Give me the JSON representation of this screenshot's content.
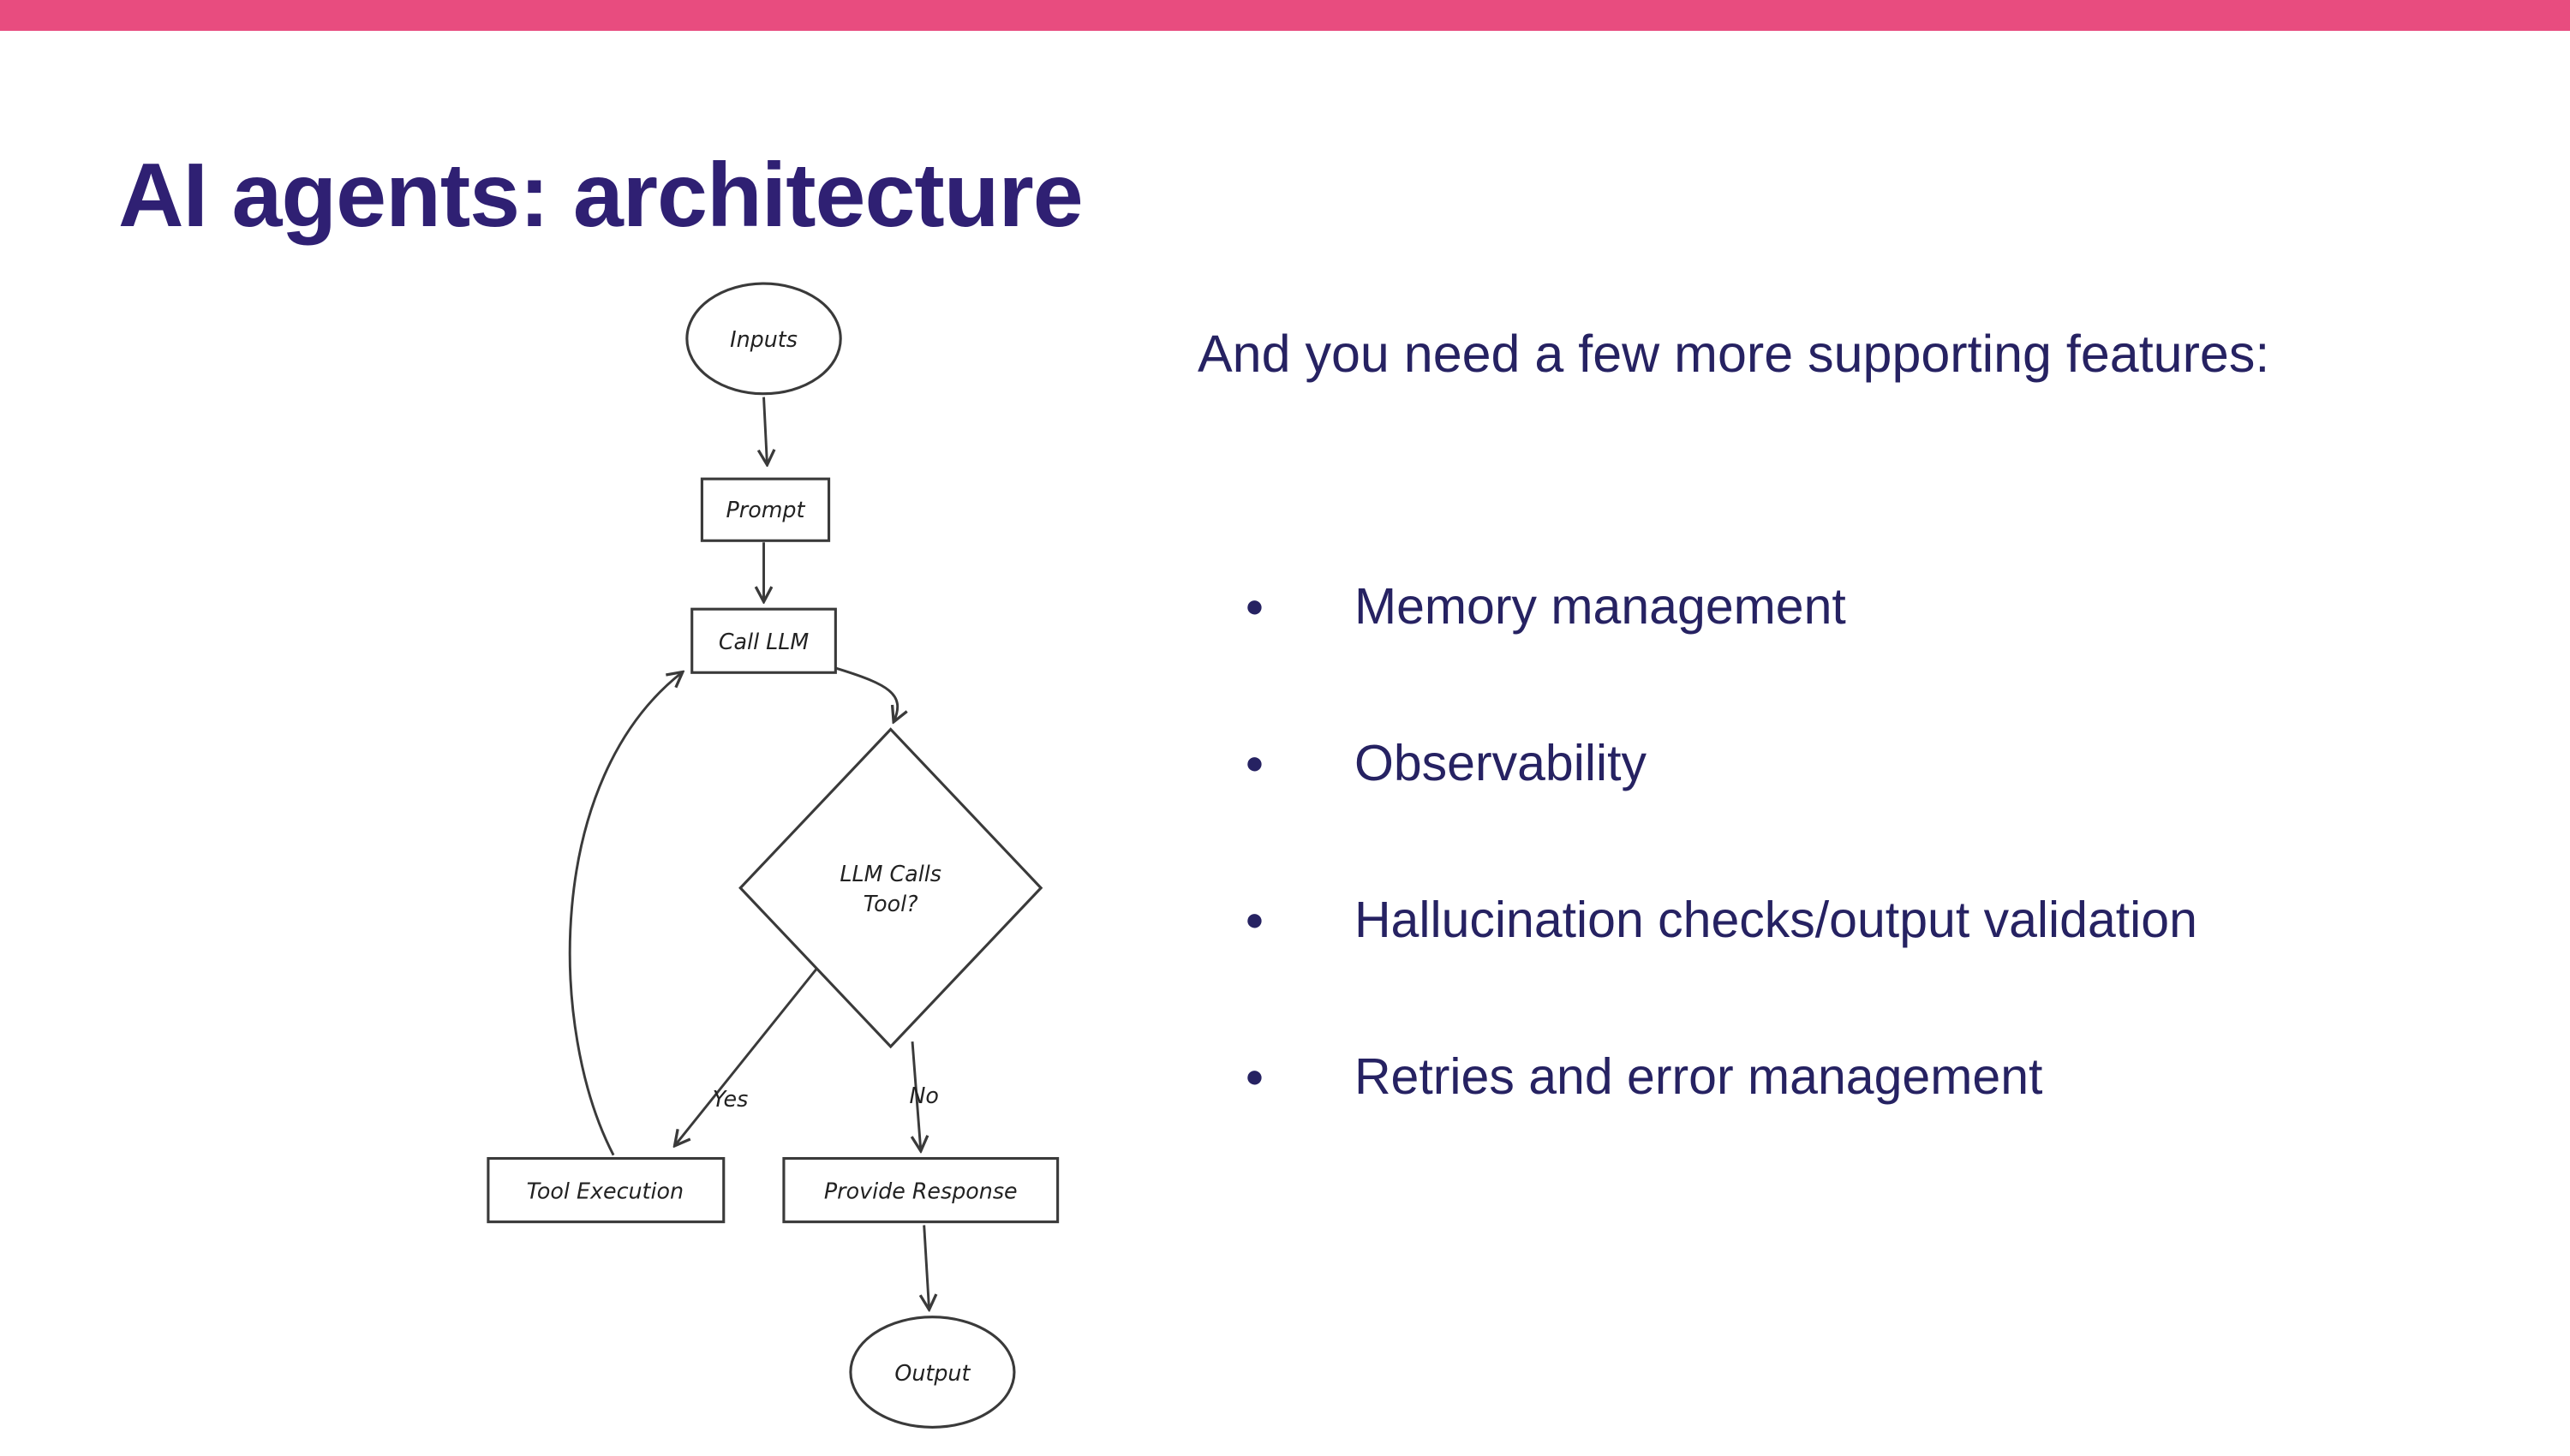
{
  "slide": {
    "title": "AI agents: architecture",
    "supporting": {
      "heading": "And you need a few more supporting features:",
      "bullet_glyph": "●",
      "bullets": [
        "Memory management",
        "Observability",
        "Hallucination checks/output validation",
        "Retries and error management"
      ]
    },
    "flowchart": {
      "labels": {
        "inputs": "Inputs",
        "prompt": "Prompt",
        "call_llm": "Call LLM",
        "decision_line1": "LLM Calls",
        "decision_line2": "Tool?",
        "yes": "Yes",
        "no": "No",
        "tool_execution": "Tool Execution",
        "provide_response": "Provide Response",
        "output": "Output"
      }
    },
    "colors": {
      "accent": "#e84c7f",
      "title_text": "#2f2073",
      "body_text": "#262262",
      "flowchart_ink": "#3a3a3a"
    }
  }
}
